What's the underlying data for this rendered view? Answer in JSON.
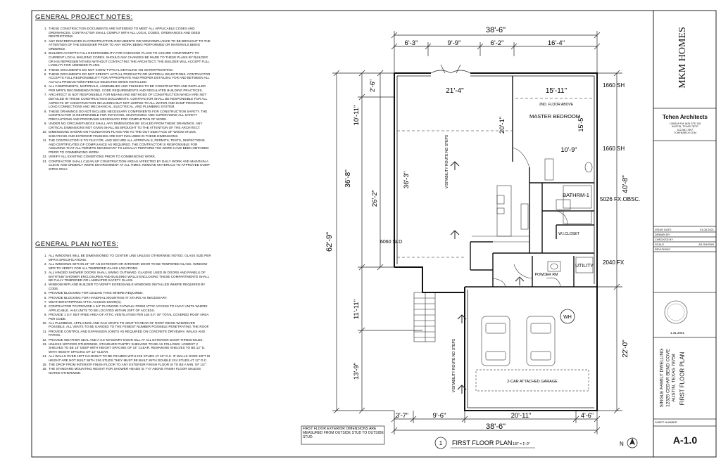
{
  "project_notes": {
    "title": "GENERAL PROJECT NOTES:",
    "items": [
      "THESE CONSTRUCTION DOCUMENTS ARE INTENDED TO MEET ALL APPLICABLE CODES AND ORDINANCES. CONTRACTOR SHALL COMPLY WITH ALL LOCAL CODES, ORDINANCES AND DEED RESTRICTIONS.",
      "ANY DISCREPANCIES IN CONSTRUCTION DOCUMENTS OR NONCOMPLIANCE TO BE BROUGHT TO THE ATTENTION OF THE DESIGNER PRIOR TO ANY WORK BEING PERFORMED OR MATERIALS BEING ORDERED.",
      "BUILDER ACCEPTS FULL RESPONSIBILITY FOR CHECKING PLANS TO ASSURE CONFORMITY TO CURRENT LOCAL BUILDING CODES. SHOULD ANY CHANGES BE MADE TO THESE PLANS BY BUILDER OR HIS REPRESENTATIVES WITHOUT CONTACTING THE ARCHITECT, THE BUILDER WILL ACCEPT FULL LIABILITY FOR AMENDED PLANS.",
      "THESE DOCUMENTS DO NOT SHOW TYPICAL DETAILING ON WATERPROOFING.",
      "THESE DOCUMENTS DO NOT SPECIFY ACTUAL PRODUCTS OR MATERIAL SELECTIONS. CONTRACTOR ACCEPTS FULL RESPONSIBILITY FOR APPROPRIATE AND PROPER DETAILING FOR AND BETWEEN ALL ACTUAL PRODUCTS/MATERIALS SELECTED WHEN INSTALLED.",
      "ALL COMPONENTS, MATERIALS, ASSEMBLIES AND FINISHES TO BE CONSTRUCTED AND INSTALLED PER MFR'S RECOMMENDATIONS, CODE REQUIREMENTS AND REGULATED BUILDING PRACTICES.",
      "ARCHITECT IS NOT RESPONSIBLE FOR MEANS AND METHODS OF CONSTRUCTION WHICH ARE NOT DETAILED IN THESE CONSTRUCTION DOCUMENTS. CONTRACTOR SHALL BE RESPONSIBLE FOR ALL ASPECTS OF CONSTRUCTION INCLUDING BUT NOT LIMITED TO ALL WATER AND DAMP PROOFING, LOAD CONNECTIONS AND MECHANICAL, ELECTRICAL, AND PLUMBING SYSTEM.",
      "THESE DRAWINGS DO NOT INCLUDE NECESSARY COMPONENTS FOR CONSTRUCTION SAFETY. THE CONTRACTOR IS RESPONSIBLE FOR INITIATING, MAINTAINING AND SUPERVISING ALL SAFETY PRECAUTIONS AND PROGRAMS NECESSARY FOR COMPLETION OF WORK.",
      "UNDER NO CIRCUMSTANCES SHALL ANY DIMENSIONS BE SCALED FROM THESE DRAWINGS. ANY CRITICAL DIMENSIONS NOT GIVEN SHALL BE BROUGHT TO THE ATTENTION OF THE ARCHITECT.",
      "DIMENSIONS SHOWN ON FOUNDATION PLANS ARE TO THE OUT SIDE FACE OF WOOD STUDS. SHEATHING AND EXTERIOR FINISHES ARE NOT INCLUDED IN THESE DIMENSIONS.",
      "THE CONTRACTOR IS TO FILE FOR, AND SECURE ALL APPROVALS, PERMITS, TESTS, INSPECTIONS AND CERTIFICATES OF COMPLIANCE AS REQUIRED. THE CONTRACTOR IS RESPONSIBLE FOR ASSURING THAT ALL PERMITS NECESSARY TO LEGALLY PERFORM THE WORK HAVE BEEN OBTAINED PRIOR TO COMMENCING WORK.",
      "VERIFY ALL EXISTING CONDITIONS PRIOR TO COMMENCING WORK.",
      "CONTRACTOR SHALL CLEAN UP CONSTRUCTION AREAS AFFECTED BY DAILY WORK AND MAINTAIN A CLEAN AND ORDERLY WORK ENVIRONMENT AT ALL TIMES. REMOVE MATERIALS TO APPROVED DUMP SITES ONLY."
    ]
  },
  "plan_notes": {
    "title": "GENERAL PLAN NOTES:",
    "items": [
      "ALL WINDOWS WILL BE DIMENSIONED TO CENTER LINE UNLESS OTHERWISE NOTED. GLASS SIZE PER MFR'S SPECIFICATIONS.",
      "ALL WINDOWS WITHIN 24\" OF AN EXTERIOR OR INTERIOR DOOR TO BE TEMPERED GLASS. WINDOW MFR TO VERIFY FOR ALL TEMPERED GLASS LOCATIONS.",
      "ALL HINGED SHOWER DOORS SHALL SWING OUTWARD. GLAZING USED IN DOORS AND PANELS OF BATHTUB/ SHOWER ENCLOSURES AND BUILDING WALLS ENCLOSING THESE COMPARTMENTS SHALL BE FULLY TEMPERED OR LAMINATED SAFETY GLASS.",
      "WINDOW MFR AND BUILDER TO VERIFY EGRESSABLE WINDOWS INSTALLED WHERE REQUIRED BY CODE.",
      "PROVIDE BLOCKING FOR CEILING FANS WHERE REQUIRED.",
      "PROVIDE BLOCKING FOR HANDRAIL MOUNTING AT STAIRS AS NECESSARY.",
      "WEATHERSTRIPPING ATTIC ACCESS DOOR(S).",
      "CONTRACTOR TO PROVIDE A 3/4\" PLYWOOD CATWALK FROM ATTIC ACCESS TO HVAC UNITS WHERE APPLICABLE. AHU UNITS TO BE LOCATED WITHIN 20FT OF ACCESS.",
      "PROVIDE 1 S.F. NET FREE AREA OF ATTIC VENTILATION PER 150 S.F. OF TOTAL COVERED ROOF AREA PER CODE.",
      "ALL PLUMBING, APPLIANCE AND GAS VENTS TO VENT TO REAR OF ROOF RIDGE WHEREVER POSSIBLE. ALL VENTS TO BE GANGED TO THE FEWEST NUMBER POSSIBLE PENETRATING THE ROOF.",
      "PROVIDE CONTROL AND EXPANSION JOINTS AS REQUIRED ON CONCRETE DRIVEWAY, WALKS AND PATIOS.",
      "PROVIDE WEATHER SEAL AND A 9.5' MASONRY DOOR SILL AT ALL EXTERIOR DOOR THRESHOLDS.",
      "UNLESS NOTICED OTHERWISE, STANDARD PANTRY SHELVING TO BE AS FOLLOWS: LOWEST 2 SHELVES TO BE 16\" DEEP WITH HEIGHT SPACING OF 14\" CLEAR. REMAINING SHELVES TO BE 12\" D. WITH HEIGHT SPACING OF 12\" CLEAR.",
      "ALL WALLS OVER 10FT IN HEIGHT TO BE FRAMED WITH 2X6 STUDS AT 16\" O.C. IF WALLS OVER 10FT IN HEIGHT ARE NOT BUILT WITH 2X6 STUDS THEY MUST BE BUILT WITH DOUBLE 2X4 STUDS AT 12\" O.C.",
      "THE DROP FROM INTERIOR FINISH FLOOR TO ANY EXTERIOR FINISH FLOOR IS TO BE A MIN. OF 1/2\".",
      "THE STANDARD MOUNTING HEIGHT FOR SHOWER HEADS IS 7'-0\" ABOVE FINISH FLOOR UNLESS NOTED OTHERWISE."
    ]
  },
  "plan": {
    "dim_top_overall": "38'-6\"",
    "dim_top_segments": [
      "6'-3\"",
      "9'-9\"",
      "6'-2\"",
      "16'-4\""
    ],
    "dim_bottom_overall": "38'-6\"",
    "dim_bottom_segments": [
      "3'-7\"",
      "9'-6\"",
      "20'-11\"",
      "4'-6\""
    ],
    "dim_left_overall": "62'-9\"",
    "dim_left_upper": "36'-8\"",
    "dim_left_segments": [
      "2'-6\"",
      "10'-11\"",
      "26'-2\"",
      "11'-11\"",
      "13'-9\""
    ],
    "dim_right": [
      "40'-8\"",
      "22'-0\""
    ],
    "living_width": "21'-4\"",
    "living_depth": "36'-3\"",
    "master_width": "15'-11\"",
    "master_depth": "15'-5\"",
    "closet_width": "10'-9\"",
    "hall_depth": "20'-1\"",
    "master_bedroom": "MASTER BEDROOM",
    "second_floor_above": "2ND. FLOOR ABOVE",
    "bath": "BATHRM-1",
    "wi_closet": "W.I.CLOSET",
    "powder": "POWDER RM",
    "utility": "UTILITY",
    "wh": "WH",
    "garage": "2-CAR ATTACHED GARAGE",
    "vis_route_1": "VISITABILITY ROUTE NO STEPS",
    "vis_route_2": "VISITABILITY ROUTE NO STEPS",
    "win_1660_a": "1660 SH",
    "win_1660_b": "1660 SH",
    "win_5026": "5026 FX.OBSC.",
    "win_2040": "2040 FX",
    "win_6060": "6060 SLD",
    "dims_note": "FIRST FLOOR EXTERIOR DIMENSIONS ARE MEASURED FROM OUTSIDE STUD TO OUTSIDE STUD.",
    "view_number": "1",
    "view_title": "FIRST FLOOR PLAN",
    "view_scale": "1/8\" = 1'-0\"",
    "north": "N"
  },
  "title_block": {
    "company": "MKM HOMES",
    "architect": "Tchen Architects",
    "architect_info": [
      "12855 W FM 1826 STE 105",
      "AUSTIN, TEXAS 78737",
      "512-587-7897",
      "TCHENARCH.COM"
    ],
    "issue_date_label": "ISSUE DATE",
    "issue_date": "01.05.2021",
    "drawn_by_label": "DRAWN BY",
    "drawn_by": "",
    "checked_by_label": "CHECKED BY",
    "checked_by": "",
    "scale_label": "SCALE",
    "scale": "AS SHOWN",
    "revisions_label": "REVISIONS",
    "project_lines": [
      "SINGLE FAMILY DWELLING",
      "12325 CEDAR BEND COVE",
      "AUSTIN, TEXAS 78758"
    ],
    "sheet_title": "FIRST FLOOR PLAN",
    "sheet_number_label": "SHEET NUMBER",
    "sheet_number": "A-1.0",
    "seal_date": "1.31.2021"
  },
  "colors": {
    "line": "#1a1a1a",
    "dash": "#555555",
    "paper": "#ffffff"
  }
}
